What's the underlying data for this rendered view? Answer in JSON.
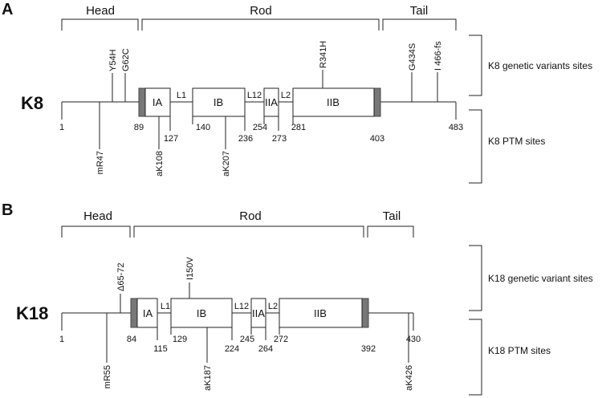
{
  "panel_a": {
    "label": "A",
    "protein": "K8",
    "regions": {
      "head": "Head",
      "rod": "Rod",
      "tail": "Tail"
    },
    "domains": {
      "ia": "IA",
      "l1": "L1",
      "ib": "IB",
      "l12": "L12",
      "iia": "IIA",
      "l2": "L2",
      "iib": "IIB"
    },
    "positions": [
      "1",
      "89",
      "127",
      "140",
      "236",
      "254",
      "273",
      "281",
      "403",
      "483"
    ],
    "variants": [
      "Y54H",
      "G62C",
      "R341H",
      "G434S",
      "I 466-fs"
    ],
    "ptms": [
      "mR47",
      "aK108",
      "aK207"
    ],
    "bracket_labels": {
      "variants": "K8 genetic variants sites",
      "ptm": "K8 PTM sites"
    }
  },
  "panel_b": {
    "label": "B",
    "protein": "K18",
    "regions": {
      "head": "Head",
      "rod": "Rod",
      "tail": "Tail"
    },
    "domains": {
      "ia": "IA",
      "l1": "L1",
      "ib": "IB",
      "l12": "L12",
      "iia": "IIA",
      "l2": "L2",
      "iib": "IIB"
    },
    "positions": [
      "1",
      "84",
      "115",
      "129",
      "224",
      "245",
      "264",
      "272",
      "392",
      "430"
    ],
    "variants": [
      "Δ65-72",
      "I150V"
    ],
    "ptms": [
      "mR55",
      "aK187",
      "aK426"
    ],
    "bracket_labels": {
      "variants": "K18 genetic variant sites",
      "ptm": "K18 PTM sites"
    }
  }
}
